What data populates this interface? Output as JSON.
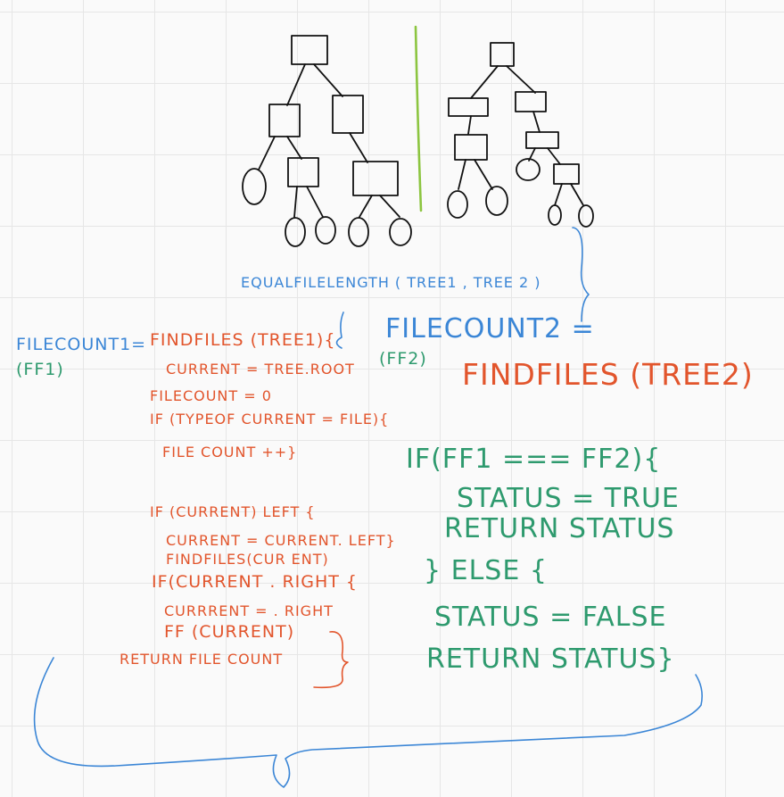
{
  "blue_notes": {
    "equal_call": "EQUALFILELENGTH ( TREE1 , TREE 2 )",
    "filecount1": "FILECOUNT1= ",
    "filecount2": "FILECOUNT2 ="
  },
  "green_notes": {
    "ff1": "(FF1)",
    "ff2": "(FF2)",
    "if_line": "IF(FF1 === FF2){",
    "status_true": "STATUS = TRUE",
    "return_1": "RETURN STATUS",
    "else_line": "} ELSE {",
    "status_false": "STATUS = FALSE",
    "return_2": "RETURN STATUS}"
  },
  "orange_code": {
    "findfiles_tree1": "FINDFILES (TREE1){",
    "current_root": "CURRENT = TREE.ROOT",
    "filecount_zero": "FILECOUNT = 0",
    "if_typeof": "IF (TYPEOF CURRENT = FILE){",
    "filecount_inc": "FILE COUNT ++}",
    "if_left": "IF (CURRENT) LEFT {",
    "current_left": "CURRENT = CURRENT. LEFT}",
    "findfiles_current": "FINDFILES(CUR ENT)",
    "if_right": "IF(CURRENT . RIGHT {",
    "current_right": "CURRRENT = . RIGHT",
    "ff_current": "FF (CURRENT)",
    "return_filecount": "RETURN FILE COUNT",
    "findfiles_tree2": "FINDFILES (TREE2)"
  },
  "colors": {
    "blue": "#3b86d6",
    "orange": "#e2552c",
    "green": "#2e9a6e",
    "divider_green": "#8cc540",
    "ink": "#111111"
  }
}
